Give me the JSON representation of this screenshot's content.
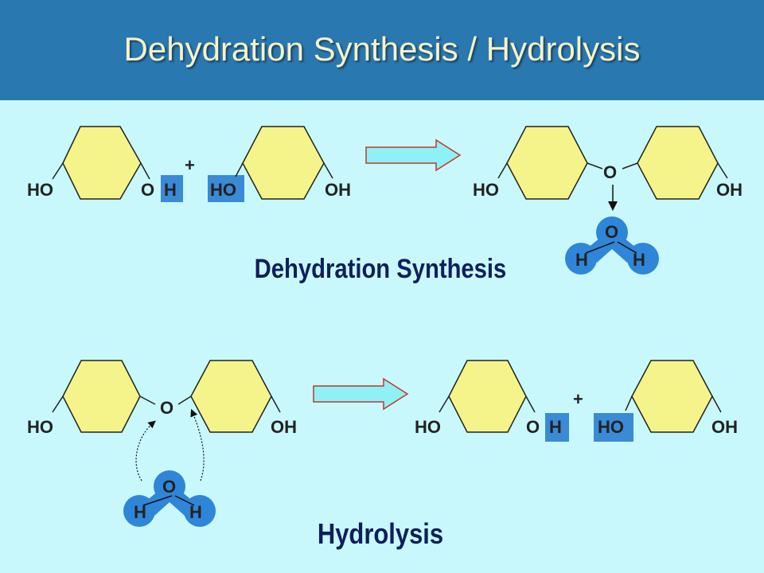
{
  "title": "Dehydration Synthesis / Hydrolysis",
  "labels": {
    "ho": "HO",
    "oh": "OH",
    "o": "O",
    "h": "H",
    "plus": "+"
  },
  "sections": {
    "dehydration": "Dehydration Synthesis",
    "hydrolysis": "Hydrolysis"
  },
  "colors": {
    "header": "#2a78b0",
    "background": "#c8f8fb",
    "ring_fill": "#f4f48a",
    "highlight": "#3a8ad6",
    "water": "#2f86d8",
    "arrow_fill": "#8ff0f5",
    "arrow_stroke": "#c0392b"
  }
}
